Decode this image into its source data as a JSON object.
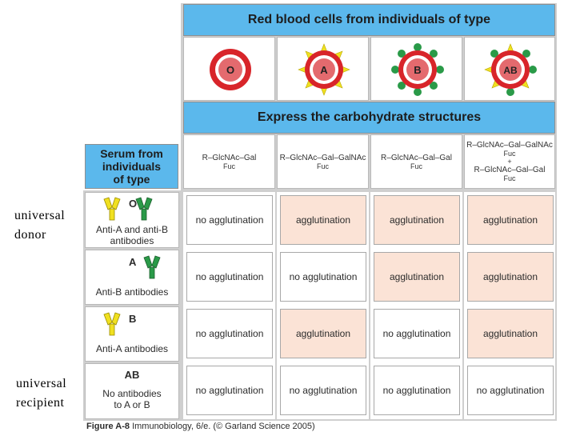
{
  "notes": {
    "universal_donor": [
      "universal",
      "donor"
    ],
    "universal_recipient": [
      "universal",
      "recipient"
    ]
  },
  "header": {
    "rbc_title": "Red blood cells from individuals of type",
    "carb_title": "Express the carbohydrate structures",
    "serum_title": [
      "Serum from",
      "individuals",
      "of type"
    ]
  },
  "cells": [
    {
      "type": "O",
      "antigen": "none"
    },
    {
      "type": "A",
      "antigen": "A",
      "antigen_color": "#f0e020"
    },
    {
      "type": "B",
      "antigen": "B",
      "antigen_color": "#2a9a48"
    },
    {
      "type": "AB",
      "antigen": "AB"
    }
  ],
  "structures": [
    {
      "main": "R–GlcNAc–Gal",
      "sub": "Fuc"
    },
    {
      "main": "R–GlcNAc–Gal–GalNAc",
      "sub": "Fuc"
    },
    {
      "main": "R–GlcNAc–Gal–Gal",
      "sub": "Fuc"
    },
    {
      "main1": "R–GlcNAc–Gal–GalNAc",
      "sub1": "Fuc",
      "plus": "+",
      "main2": "R–GlcNAc–Gal–Gal",
      "sub2": "Fuc"
    }
  ],
  "serum_rows": [
    {
      "type": "O",
      "label": [
        "Anti-A and anti-B",
        "antibodies"
      ],
      "antibodies": [
        "anti-A",
        "anti-B"
      ]
    },
    {
      "type": "A",
      "label": [
        "Anti-B antibodies"
      ],
      "antibodies": [
        "anti-B"
      ]
    },
    {
      "type": "B",
      "label": [
        "Anti-A antibodies"
      ],
      "antibodies": [
        "anti-A"
      ]
    },
    {
      "type": "AB",
      "label": [
        "No antibodies",
        "to A or B"
      ],
      "antibodies": []
    }
  ],
  "results": [
    [
      "no agglutination",
      "agglutination",
      "agglutination",
      "agglutination"
    ],
    [
      "no agglutination",
      "no agglutination",
      "agglutination",
      "agglutination"
    ],
    [
      "no agglutination",
      "agglutination",
      "no agglutination",
      "agglutination"
    ],
    [
      "no agglutination",
      "no agglutination",
      "no agglutination",
      "no agglutination"
    ]
  ],
  "colors": {
    "header_blue": "#5bb8ec",
    "agglutination_fill": "#fbe3d6",
    "cell_red": "#d8252a",
    "anti_a_yellow": "#f0e020",
    "anti_b_green": "#2a9a48"
  },
  "caption": {
    "figure": "Figure A-8",
    "source": "Immunobiology, 6/e. (© Garland Science 2005)"
  }
}
